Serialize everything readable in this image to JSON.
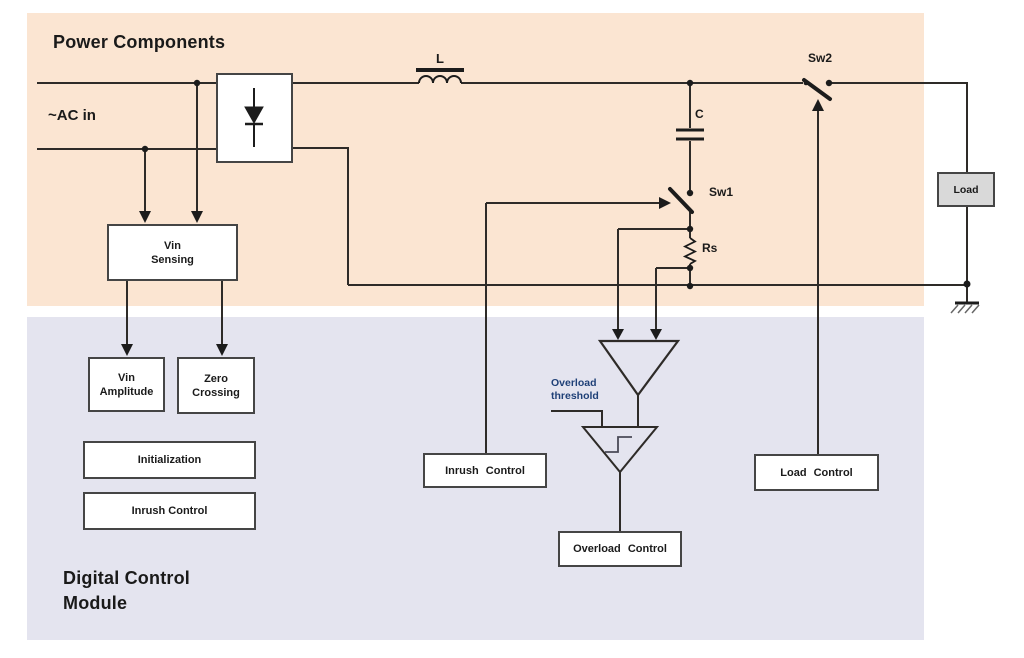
{
  "sections": {
    "power": {
      "title": "Power Components",
      "ac_in_label": "~AC in"
    },
    "digital": {
      "title": "Digital Control\nModule"
    }
  },
  "component_labels": {
    "inductor": "L",
    "capacitor": "C",
    "switch_sw1": "Sw1",
    "switch_sw2": "Sw2",
    "sense_resistor": "Rs",
    "load": "Load",
    "overload_threshold": "Overload\nthreshold"
  },
  "blocks": {
    "vin_sensing": "Vin\nSensing",
    "vin_amplitude": "Vin\nAmplitude",
    "zero_crossing": "Zero\nCrossing",
    "initialization": "Initialization",
    "inrush_control_left": "Inrush Control",
    "inrush_control_mid": "Inrush Control",
    "load_control": "Load Control",
    "overload_control": "Overload Control"
  },
  "colors": {
    "power_section_bg": "#fbe5d2",
    "digital_section_bg": "#e4e4ef",
    "wire": "#2e2b28",
    "threshold_label": "#1f4077",
    "load_fill": "#d9d9d9"
  }
}
